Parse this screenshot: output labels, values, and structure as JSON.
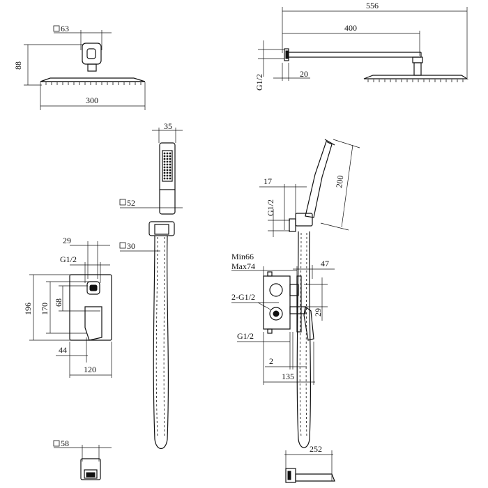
{
  "labels": {
    "sq63": "63",
    "h88": "88",
    "w300": "300",
    "w556": "556",
    "w400": "400",
    "g12_top": "G1/2",
    "d20": "20",
    "w35": "35",
    "sq52": "52",
    "sq30": "30",
    "h200": "200",
    "d17": "17",
    "g12_holder": "G1/2",
    "d29_top": "29",
    "g12_valve": "G1/2",
    "h196": "196",
    "h170": "170",
    "h68": "68",
    "d44": "44",
    "w120": "120",
    "min66": "Min66",
    "max74": "Max74",
    "d47": "47",
    "g12_2": "2-G1/2",
    "d29_side": "29",
    "g12_side": "G1/2",
    "d2": "2",
    "w135": "135",
    "sq58": "58",
    "w252": "252"
  }
}
